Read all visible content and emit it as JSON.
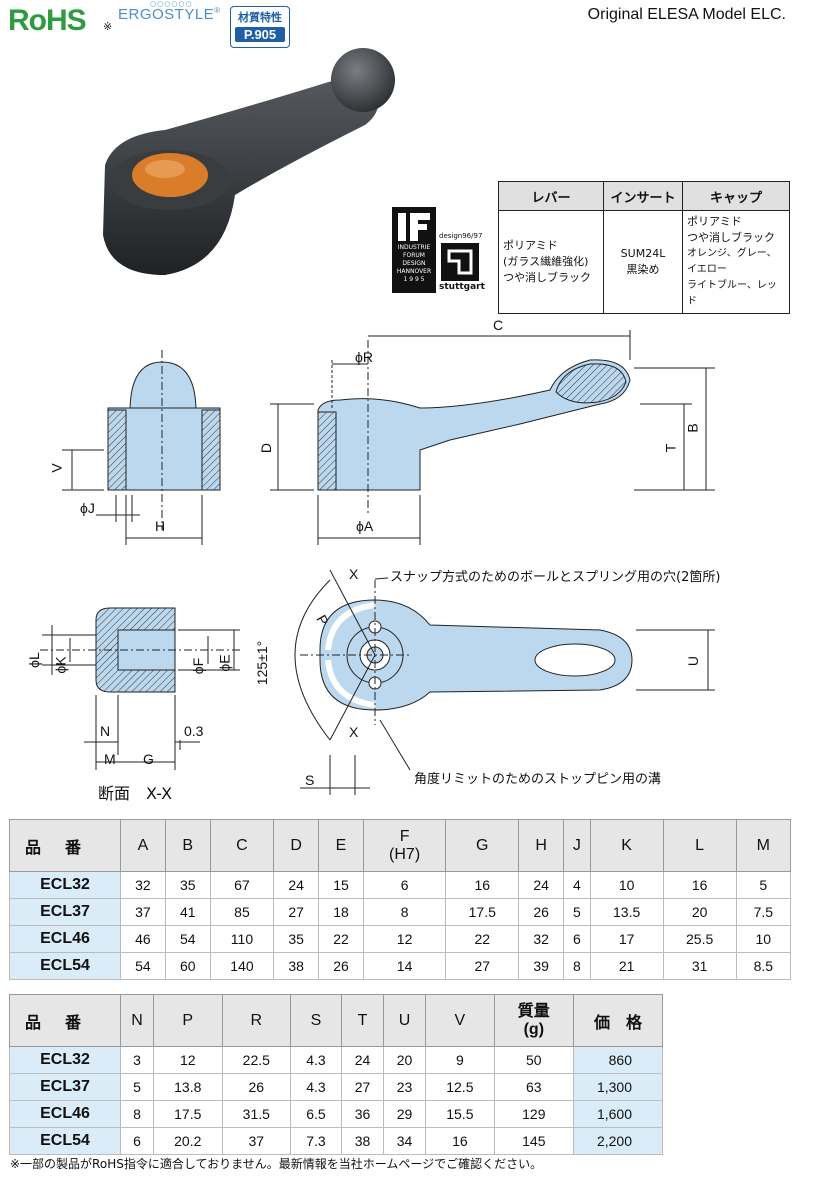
{
  "header": {
    "rohs": "RoHS",
    "rohs_mark": "※",
    "ergo": "ERGOSTYLE",
    "ergo_mark": "®",
    "material_label": "材質特性",
    "material_page": "P.905",
    "model_title": "Original ELESA Model ELC."
  },
  "award": {
    "if_text": [
      "INDUSTRIE",
      "FORUM",
      "DESIGN",
      "HANNOVER",
      "1 9 9 5"
    ],
    "design_year": "design96/97",
    "stuttgart": "stuttgart"
  },
  "spec_table": {
    "headers": [
      "レバー",
      "インサート",
      "キャップ"
    ],
    "lever": [
      "ポリアミド",
      "(ガラス繊維強化)",
      "つや消しブラック"
    ],
    "insert": [
      "SUM24L",
      "黒染め"
    ],
    "cap": [
      "ポリアミド",
      "つや消しブラック",
      "オレンジ、グレー、イエロー",
      "ライトブルー、レッド"
    ]
  },
  "diagram_labels": {
    "C": "C",
    "R": "ϕR",
    "D": "D",
    "T": "T",
    "B": "B",
    "A": "ϕA",
    "V": "V",
    "J": "ϕJ",
    "H": "H",
    "L": "ϕL",
    "K": "ϕK",
    "F": "ϕF",
    "E": "ϕE",
    "N": "N",
    "M": "M",
    "G": "G",
    "gap": "0.3",
    "section": "断面　X-X",
    "X1": "X",
    "X2": "X",
    "P": "P",
    "angle": "125±1°",
    "U": "U",
    "S": "S",
    "note_hole": "スナップ方式のためのボールとスプリング用の穴(2箇所)",
    "note_pin": "角度リミットのためのストップピン用の溝"
  },
  "table1": {
    "headers": [
      "品番",
      "A",
      "B",
      "C",
      "D",
      "E",
      "F\n(H7)",
      "G",
      "H",
      "J",
      "K",
      "L",
      "M"
    ],
    "rows": [
      [
        "ECL32",
        "32",
        "35",
        "67",
        "24",
        "15",
        "6",
        "16",
        "24",
        "4",
        "10",
        "16",
        "5"
      ],
      [
        "ECL37",
        "37",
        "41",
        "85",
        "27",
        "18",
        "8",
        "17.5",
        "26",
        "5",
        "13.5",
        "20",
        "7.5"
      ],
      [
        "ECL46",
        "46",
        "54",
        "110",
        "35",
        "22",
        "12",
        "22",
        "32",
        "6",
        "17",
        "25.5",
        "10"
      ],
      [
        "ECL54",
        "54",
        "60",
        "140",
        "38",
        "26",
        "14",
        "27",
        "39",
        "8",
        "21",
        "31",
        "8.5"
      ]
    ]
  },
  "table2": {
    "headers": [
      "品番",
      "N",
      "P",
      "R",
      "S",
      "T",
      "U",
      "V",
      "質量\n(g)",
      "価　格"
    ],
    "rows": [
      [
        "ECL32",
        "3",
        "12",
        "22.5",
        "4.3",
        "24",
        "20",
        "9",
        "50",
        "860"
      ],
      [
        "ECL37",
        "5",
        "13.8",
        "26",
        "4.3",
        "27",
        "23",
        "12.5",
        "63",
        "1,300"
      ],
      [
        "ECL46",
        "8",
        "17.5",
        "31.5",
        "6.5",
        "36",
        "29",
        "15.5",
        "129",
        "1,600"
      ],
      [
        "ECL54",
        "6",
        "20.2",
        "37",
        "7.3",
        "38",
        "34",
        "16",
        "145",
        "2,200"
      ]
    ]
  },
  "footnote": "※一部の製品がRoHS指令に適合しておりません。最新情報を当社ホームページでご確認ください。",
  "colors": {
    "rohs": "#2e9b3f",
    "brand_blue": "#1e5fa8",
    "part_fill": "#bcd8ee",
    "code_bg": "#d9ecf8",
    "cap_orange": "#d97d2a"
  }
}
